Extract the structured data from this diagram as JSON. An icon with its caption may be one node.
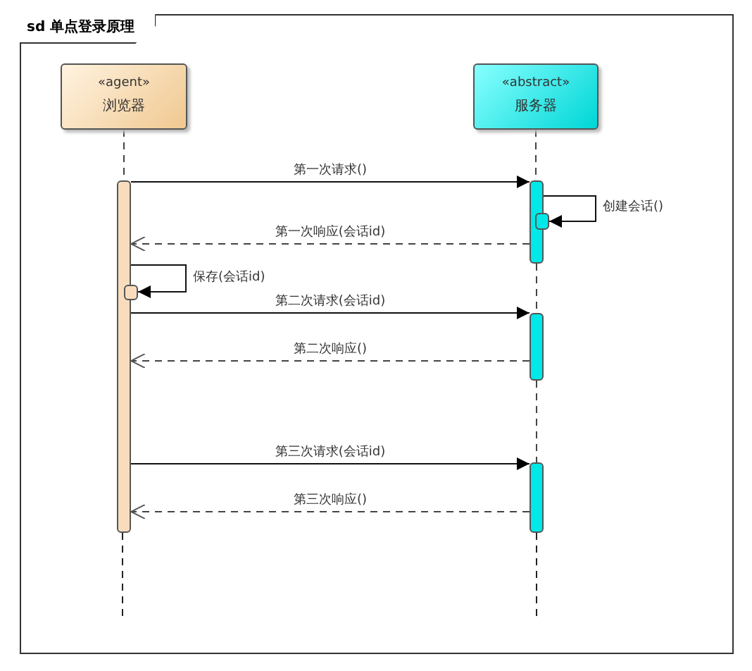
{
  "diagram": {
    "title": "sd 单点登录原理",
    "nodes": [
      {
        "text": [
          "«agent»",
          "浏览器"
        ]
      },
      {
        "text": [
          "«abstract»",
          "服务器"
        ]
      },
      {
        "text": [],
        "shape": "bar"
      },
      {
        "text": [],
        "shape": "bar"
      },
      {
        "text": [],
        "shape": "bar"
      },
      {
        "text": [],
        "shape": "bar"
      },
      {
        "text": [],
        "shape": "bar"
      },
      {
        "text": [],
        "shape": "bar"
      }
    ],
    "edges": [
      {
        "from": 2,
        "to": 3,
        "arrow": "to",
        "label": "第一次请求()"
      },
      {
        "from": 3,
        "to": 4,
        "arrow": "to",
        "label": "创建会话()"
      },
      {
        "from": 3,
        "to": 2,
        "arrow": "to",
        "label": "第一次响应(会话id)",
        "style": "dashed"
      },
      {
        "from": 2,
        "to": 5,
        "arrow": "to",
        "label": "保存(会话id)"
      },
      {
        "from": 2,
        "to": 6,
        "arrow": "to",
        "label": "第二次请求(会话id)"
      },
      {
        "from": 6,
        "to": 2,
        "arrow": "to",
        "label": "第二次响应()",
        "style": "dashed"
      },
      {
        "from": 2,
        "to": 7,
        "arrow": "to",
        "label": "第三次请求(会话id)"
      },
      {
        "from": 7,
        "to": 2,
        "arrow": "to",
        "label": "第三次响应()",
        "style": "dashed"
      },
      {
        "from": 0,
        "to": 2,
        "arrow": "none",
        "style": "dashed"
      },
      {
        "from": 1,
        "to": 3,
        "arrow": "none",
        "style": "dashed"
      },
      {
        "from": 3,
        "to": 6,
        "arrow": "none",
        "style": "dashed"
      },
      {
        "from": 6,
        "to": 7,
        "arrow": "none",
        "style": "dashed"
      }
    ]
  }
}
